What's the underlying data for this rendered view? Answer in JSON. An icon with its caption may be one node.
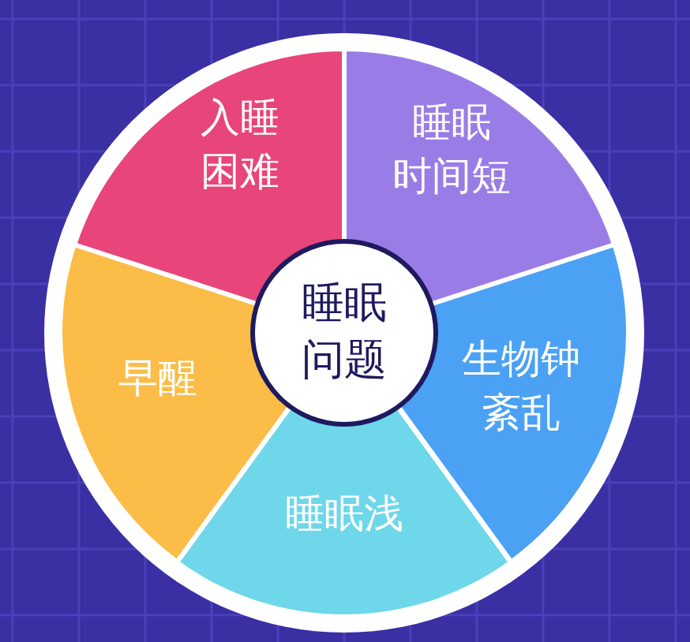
{
  "diagram": {
    "nodes": [
      {
        "text": [
          "入睡困难"
        ]
      },
      {
        "text": [
          "睡眠时间短"
        ]
      },
      {
        "text": [
          "睡眠问题"
        ]
      },
      {
        "text": [
          "早醒"
        ]
      },
      {
        "text": [
          "生物钟紊乱"
        ]
      },
      {
        "text": [
          "睡眠浅"
        ]
      }
    ]
  }
}
